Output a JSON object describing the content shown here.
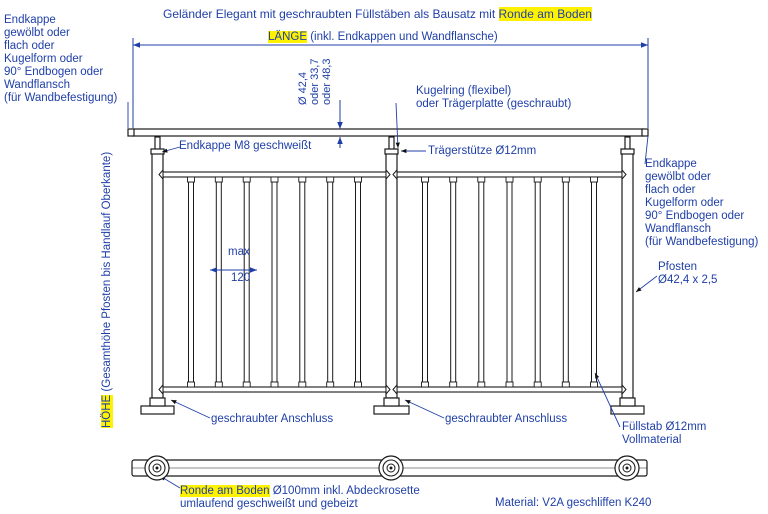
{
  "title": {
    "prefix": "Geländer Elegant mit geschraubten Füllstäben als Bausatz mit ",
    "highlight": "Ronde am Boden"
  },
  "length": {
    "highlight": "LÄNGE",
    "rest": " (inkl. Endkappen und Wandflansche)"
  },
  "height": {
    "highlight": "HÖHE",
    "rest": " (Gesamthöhe Pfosten bis Handlauf Oberkante)"
  },
  "endcap_left": "Endkappe\ngewölbt oder\nflach oder\nKugelform oder\n90° Endbogen oder\nWandflansch\n(für Wandbefestigung)",
  "endcap_right": "Endkappe\ngewölbt oder\nflach oder\nKugelform oder\n90° Endbogen oder\nWandflansch\n(für Wandbefestigung)",
  "diameter": {
    "line1": "Ø 42,4",
    "line2": "oder 33,7",
    "line3": "oder 48,3"
  },
  "kugelring": "Kugelring (flexibel)\noder Trägerplatte (geschraubt)",
  "endkappe_m8": "Endkappe M8 geschweißt",
  "traegerstuetze": "Trägerstütze Ø12mm",
  "max": {
    "line1": "max",
    "line2": "120"
  },
  "pfosten": "Pfosten\nØ42,4 x 2,5",
  "anschluss_left": "geschraubter Anschluss",
  "anschluss_mid": "geschraubter Anschluss",
  "fuellstab": "Füllstab Ø12mm\nVollmaterial",
  "ronde": {
    "highlight": "Ronde am Boden",
    "rest": " Ø100mm inkl. Abdeckrosette",
    "line2": "umlaufend geschweißt und gebeizt"
  },
  "material": "Material: V2A geschliffen K240",
  "colors": {
    "lines": "#1a1a1a",
    "text": "#1f3fa8",
    "highlight": "#fff200"
  },
  "drawing_counts": {
    "bars_per_field": 7,
    "fields": 2
  }
}
